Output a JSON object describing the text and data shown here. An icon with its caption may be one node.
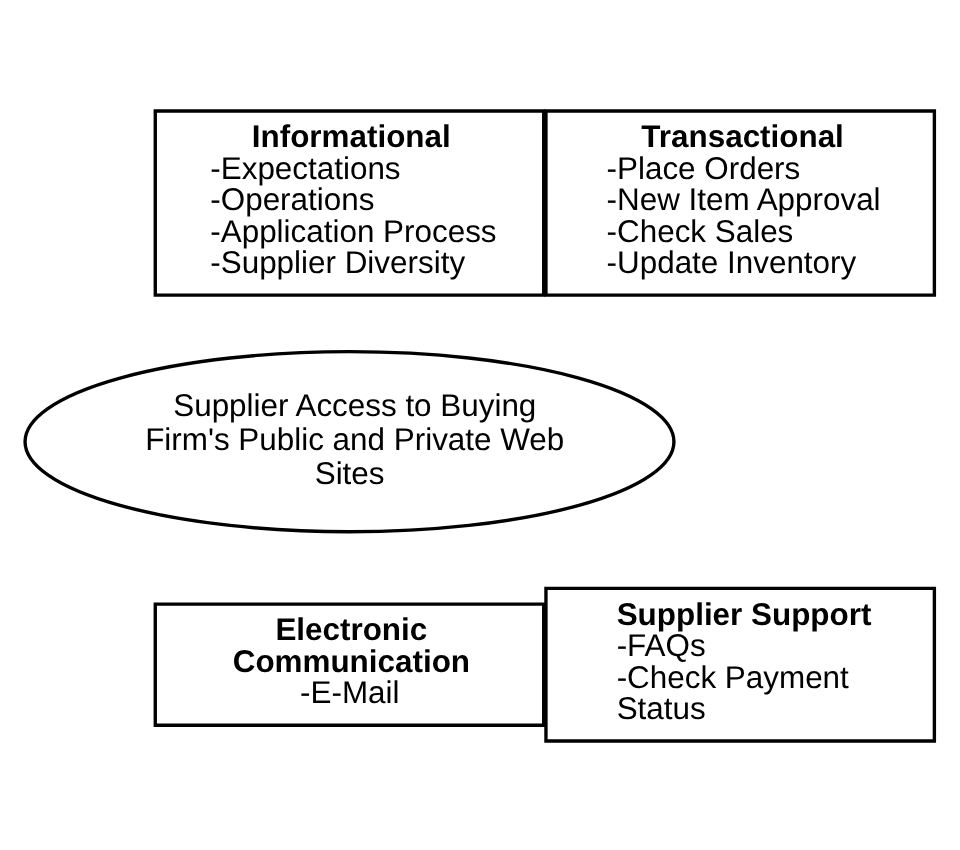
{
  "diagram": {
    "nodes": [
      {
        "text": [
          "Informational",
          "-Expectations",
          "-Operations",
          "-Application Process",
          "-Supplier Diversity"
        ]
      },
      {
        "text": [
          "Transactional",
          "-Place Orders",
          "-New Item Approval",
          "-Check Sales",
          "-Update Inventory"
        ]
      },
      {
        "text": [
          "Supplier Access to Buying Firm's Public and Private Web Sites"
        ]
      },
      {
        "text": [
          "Electronic Communication",
          "-E-Mail"
        ]
      },
      {
        "text": [
          "Supplier Support",
          "-FAQs",
          "-Check Payment Status"
        ]
      }
    ]
  }
}
